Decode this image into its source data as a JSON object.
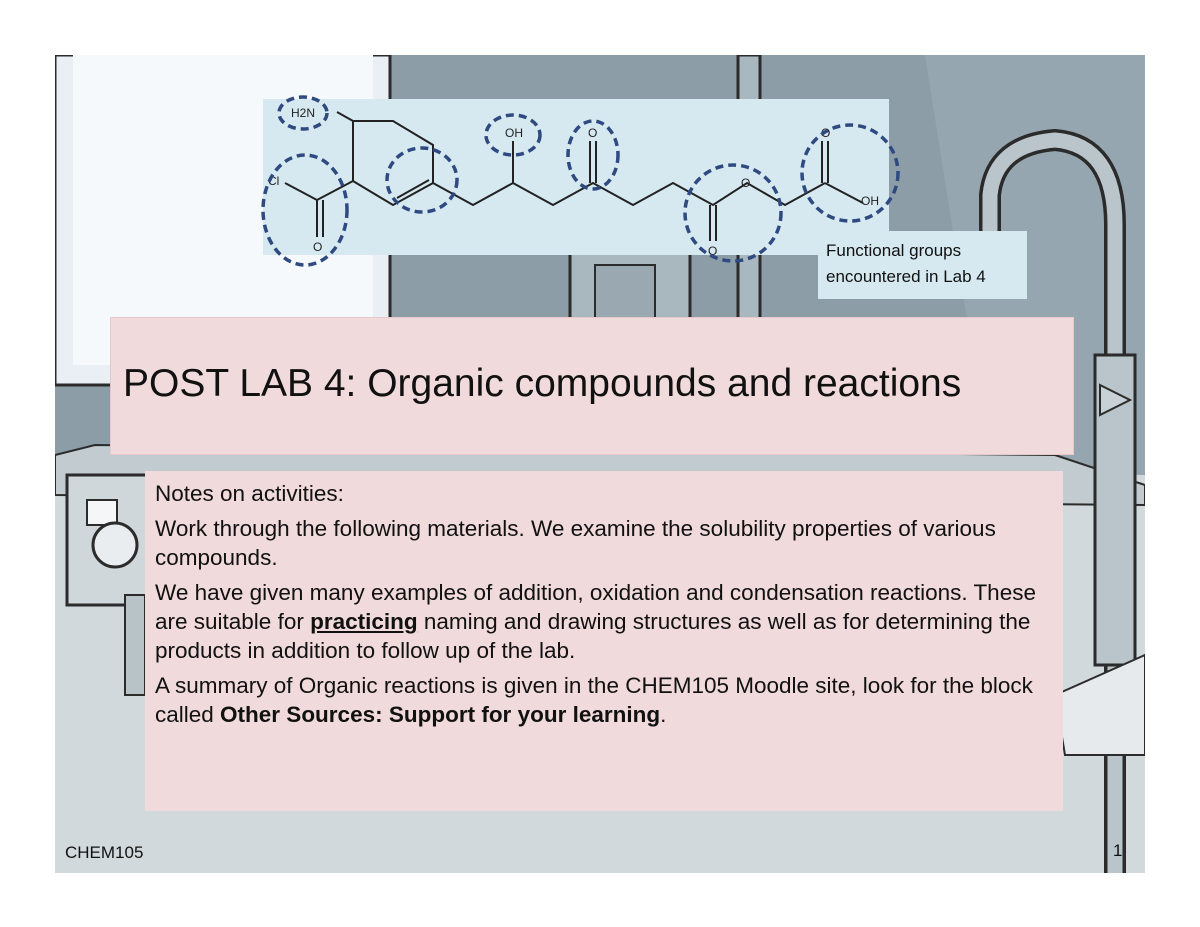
{
  "slide": {
    "title": "POST LAB 4: Organic compounds and reactions",
    "caption_line1": "Functional groups",
    "caption_line2": "encountered in Lab 4",
    "footer_course": "CHEM105",
    "page_number": "1"
  },
  "notes": {
    "heading": "Notes on activities:",
    "para1": "Work through the following materials. We examine the solubility properties of various compounds.",
    "para2_before": "We have given many examples of addition, oxidation and condensation reactions. These are suitable for ",
    "para2_emphasis": "practicing",
    "para2_after": " naming and drawing structures as well as for determining the products in addition to follow up of the lab.",
    "para3_before": "A summary of Organic reactions is given in the CHEM105 Moodle site, look for the block called ",
    "para3_bold": "Other Sources: Support for your learning",
    "para3_after": "."
  },
  "molecule_labels": {
    "amine": "H2N",
    "acyl_chloride": "Cl",
    "acyl_oxygen": "O",
    "hydroxyl": "OH",
    "ketone_oxygen": "O",
    "ester_oxygen_ring": "O",
    "ester_carbonyl": "O",
    "acid_carbonyl": "O",
    "acid_hydroxyl": "OH"
  }
}
